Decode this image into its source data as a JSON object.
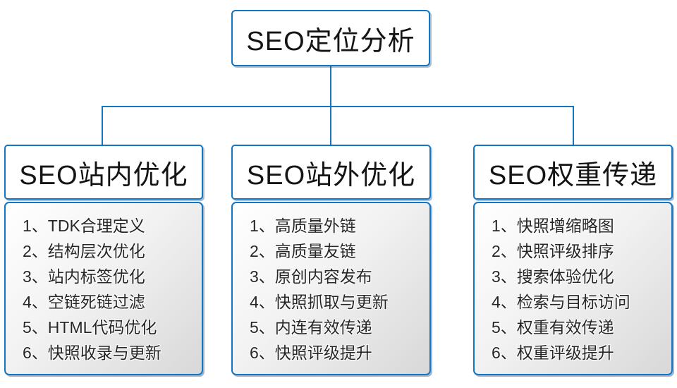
{
  "diagram": {
    "root": {
      "label": "SEO定位分析"
    },
    "branches": [
      {
        "title": "SEO站内优化",
        "items": [
          "1、TDK合理定义",
          "2、结构层次优化",
          "3、站内标签优化",
          "4、空链死链过滤",
          "5、HTML代码优化",
          "6、快照收录与更新"
        ]
      },
      {
        "title": "SEO站外优化",
        "items": [
          "1、高质量外链",
          "2、高质量友链",
          "3、原创内容发布",
          "4、快照抓取与更新",
          "5、内连有效传递",
          "6、快照评级提升"
        ]
      },
      {
        "title": "SEO权重传递",
        "items": [
          "1、快照增缩略图",
          "2、快照评级排序",
          "3、搜索体验优化",
          "4、检索与目标访问",
          "5、权重有效传递",
          "6、权重评级提升"
        ]
      }
    ]
  },
  "colors": {
    "accent_blue": "#1276c2",
    "connector_blue": "#1276c2",
    "panel_gradient_top": "#ffffff",
    "panel_gradient_bottom": "#d8d8d8",
    "text_dark": "#262626",
    "shadow_navy": "#16467a"
  }
}
